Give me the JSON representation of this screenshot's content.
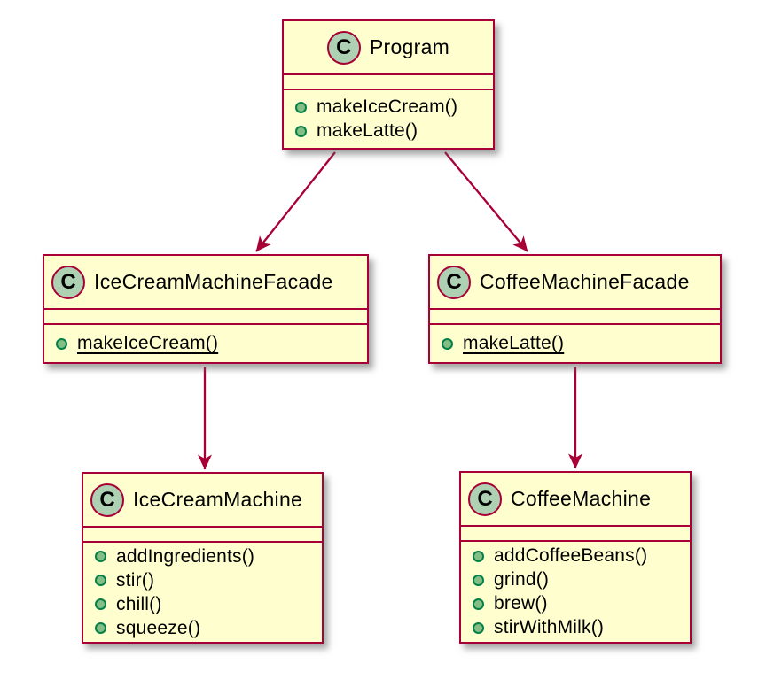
{
  "diagram": {
    "type": "uml-class-diagram",
    "pattern": "Facade",
    "colors": {
      "background": "#FFFFFF",
      "box_fill": "#FEFECE",
      "border": "#A80036",
      "class_circle_fill": "#ADD1B2",
      "method_dot_fill": "#84BE84",
      "method_dot_border": "#038048",
      "text": "#000000"
    },
    "classes": [
      {
        "id": "program",
        "stereotype": "C",
        "name": "Program",
        "fields": [],
        "methods": [
          {
            "label": "makeIceCream()",
            "visibility": "public",
            "static": false
          },
          {
            "label": "makeLatte()",
            "visibility": "public",
            "static": false
          }
        ]
      },
      {
        "id": "icecream-machine-facade",
        "stereotype": "C",
        "name": "IceCreamMachineFacade",
        "fields": [],
        "methods": [
          {
            "label": "makeIceCream()",
            "visibility": "public",
            "static": true
          }
        ]
      },
      {
        "id": "coffee-machine-facade",
        "stereotype": "C",
        "name": "CoffeeMachineFacade",
        "fields": [],
        "methods": [
          {
            "label": "makeLatte()",
            "visibility": "public",
            "static": true
          }
        ]
      },
      {
        "id": "icecream-machine",
        "stereotype": "C",
        "name": "IceCreamMachine",
        "fields": [],
        "methods": [
          {
            "label": "addIngredients()",
            "visibility": "public",
            "static": false
          },
          {
            "label": "stir()",
            "visibility": "public",
            "static": false
          },
          {
            "label": "chill()",
            "visibility": "public",
            "static": false
          },
          {
            "label": "squeeze()",
            "visibility": "public",
            "static": false
          }
        ]
      },
      {
        "id": "coffee-machine",
        "stereotype": "C",
        "name": "CoffeeMachine",
        "fields": [],
        "methods": [
          {
            "label": "addCoffeeBeans()",
            "visibility": "public",
            "static": false
          },
          {
            "label": "grind()",
            "visibility": "public",
            "static": false
          },
          {
            "label": "brew()",
            "visibility": "public",
            "static": false
          },
          {
            "label": "stirWithMilk()",
            "visibility": "public",
            "static": false
          }
        ]
      }
    ],
    "edges": [
      {
        "from": "Program",
        "to": "IceCreamMachineFacade",
        "style": "arrow"
      },
      {
        "from": "Program",
        "to": "CoffeeMachineFacade",
        "style": "arrow"
      },
      {
        "from": "IceCreamMachineFacade",
        "to": "IceCreamMachine",
        "style": "arrow"
      },
      {
        "from": "CoffeeMachineFacade",
        "to": "CoffeeMachine",
        "style": "arrow"
      }
    ]
  }
}
